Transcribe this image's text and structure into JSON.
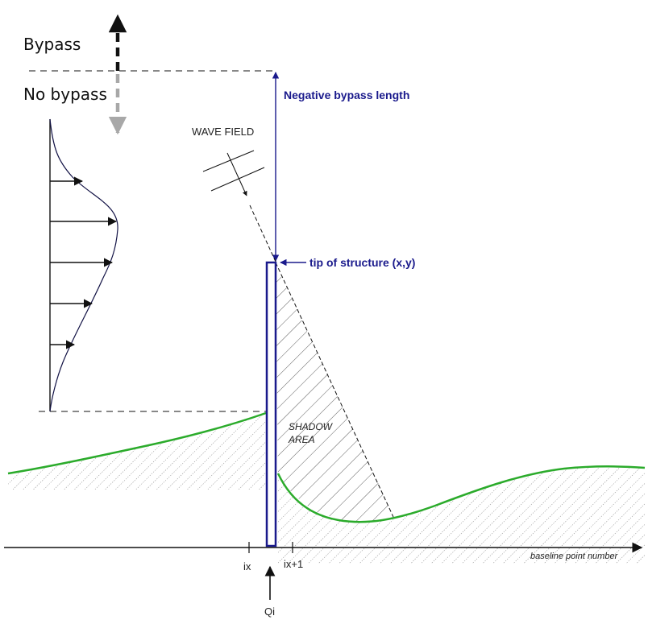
{
  "labels": {
    "bypass": "Bypass",
    "no_bypass": "No bypass",
    "negative_bypass_length": "Negative bypass length",
    "wave_field": "WAVE FIELD",
    "tip_of_structure": "tip of structure (x,y)",
    "shadow": "SHADOW",
    "area": "AREA",
    "baseline": "baseline point number",
    "ix": "ix",
    "ix_plus_1": "ix+1",
    "qi": "Qi"
  },
  "colors": {
    "structure": "#1a1a8c",
    "coastline": "#2bab2b",
    "bypass_arrow": "#111111",
    "no_bypass_arrow": "#a8a8a8",
    "ink": "#111111"
  }
}
